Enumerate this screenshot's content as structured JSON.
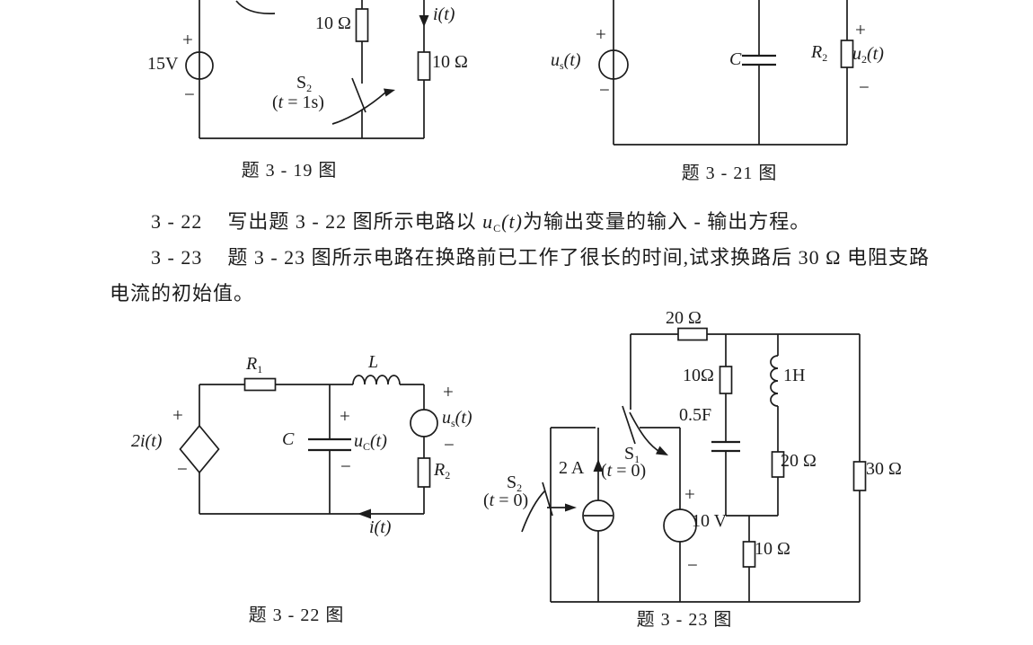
{
  "page": {
    "background": "#ffffff",
    "ink": "#1c1c1c"
  },
  "problems": {
    "p322": {
      "num": "3 - 22",
      "pre": "写出题 3 - 22 图所示电路以 ",
      "var_base": "u",
      "var_sub": "C",
      "var_arg": "(t)",
      "post": "为输出变量的输入 - 输出方程。"
    },
    "p323": {
      "num": "3 - 23",
      "text": "题 3 - 23 图所示电路在换路前已工作了很长的时间,试求换路后 30 Ω 电阻支路",
      "text_cont": "电流的初始值。"
    }
  },
  "fig319": {
    "caption": "题 3 - 19 图",
    "source": "15V",
    "plus": "+",
    "minus": "−",
    "res_mid": "10 Ω",
    "res_right": "10 Ω",
    "sw_base": "S",
    "sw_sub": "2",
    "sw_open": "(",
    "sw_t": "t",
    "sw_rest": " = 1s)",
    "current": "i(t)"
  },
  "fig321": {
    "caption": "题 3 - 21 图",
    "plus": "+",
    "minus": "−",
    "src_base": "u",
    "src_sub": "s",
    "src_arg": "(t)",
    "cap": "C",
    "res_base": "R",
    "res_sub": "2",
    "out_base": "u",
    "out_sub": "2",
    "out_arg": "(t)"
  },
  "fig322": {
    "caption": "题 3 - 22 图",
    "plus": "+",
    "minus": "−",
    "r1_base": "R",
    "r1_sub": "1",
    "ind": "L",
    "dep": "2i(t)",
    "cap": "C",
    "uc_base": "u",
    "uc_sub": "C",
    "uc_arg": "(t)",
    "us_base": "u",
    "us_sub": "s",
    "us_arg": "(t)",
    "r2_base": "R",
    "r2_sub": "2",
    "current": "i(t)"
  },
  "fig323": {
    "caption": "题 3 - 23 图",
    "r20_top": "20 Ω",
    "r10_left": "10Ω",
    "ind": "1H",
    "cap": "0.5F",
    "r20_mid": "20 Ω",
    "r30": "30 Ω",
    "r10_bot": "10 Ω",
    "isrc": "2 A",
    "vsrc": "10 V",
    "plus": "+",
    "minus": "−",
    "s1_base": "S",
    "s1_sub": "1",
    "s1_open": "(",
    "s1_t": "t",
    "s1_rest": " = 0)",
    "s2_base": "S",
    "s2_sub": "2",
    "s2_open": "(",
    "s2_t": "t",
    "s2_rest": " = 0)"
  }
}
